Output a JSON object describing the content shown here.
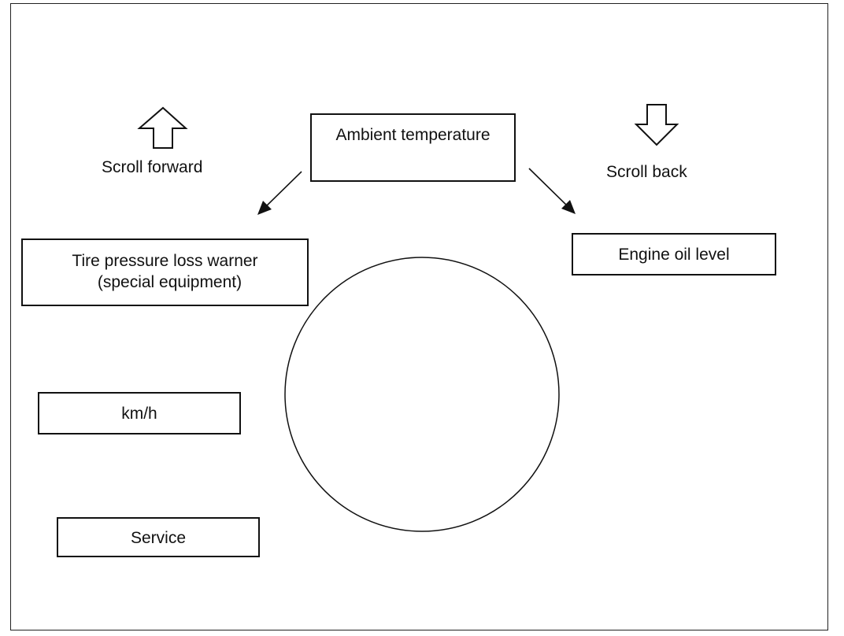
{
  "diagram": {
    "center_item": "Ambient temperature",
    "scroll_forward_label": "Scroll forward",
    "scroll_back_label": "Scroll back",
    "items": {
      "tire_pressure_line1": "Tire pressure loss warner",
      "tire_pressure_line2": "(special equipment)",
      "engine_oil": "Engine oil level",
      "speed_unit": "km/h",
      "service": "Service"
    },
    "icons": {
      "up": "arrow-up-outline-icon",
      "down": "arrow-down-outline-icon",
      "pointer_left": "arrow-down-left-icon",
      "pointer_right": "arrow-down-right-icon",
      "dial": "circle-dial-icon"
    }
  }
}
